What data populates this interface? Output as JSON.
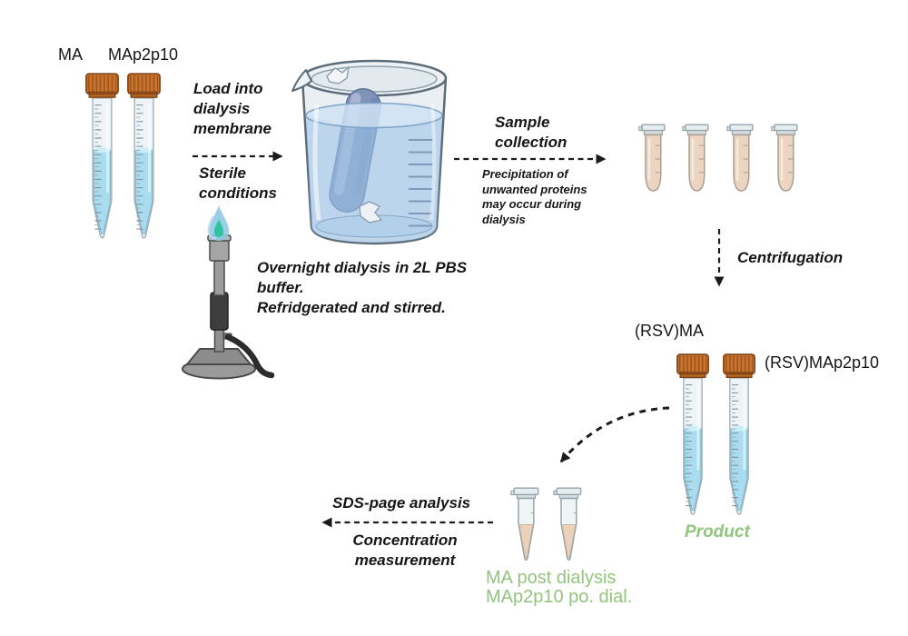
{
  "palette": {
    "annotation_green": "#93c47d",
    "cap_orange": "#c9742f",
    "tube_liquid_blue": "#a9dcee",
    "beaker_water_blue": "#b9d6ee",
    "membrane_slate_blue": "#8094ba",
    "precipitate_tan": "#ecd5c0",
    "flame_outer_blue": "#8ec7e4",
    "flame_core_teal": "#2ec4a0",
    "arrow_black": "#1b1b1b"
  },
  "input_samples": {
    "tube_a_label": "MA",
    "tube_b_label": "MAp2p10"
  },
  "step_load": {
    "action": "Load into\ndialysis\nmembrane",
    "condition": "Sterile\nconditions"
  },
  "dialysis": {
    "note": "Overnight dialysis in 2L PBS\nbuffer.\nRefridgerated and stirred."
  },
  "step_sample_collection": {
    "action": "Sample\ncollection",
    "note": "Precipitation of\nunwanted proteins\nmay occur during\ndialysis"
  },
  "step_centrifugation": {
    "action": "Centrifugation"
  },
  "products": {
    "tube_a_label": "(RSV)MA",
    "tube_b_label": "(RSV)MAp2p10",
    "caption": "Product"
  },
  "step_analysis": {
    "action_top": "SDS-page analysis",
    "action_bottom": "Concentration\nmeasurement"
  },
  "post_dialysis": {
    "caption": "MA post dialysis\nMAp2p10 po. dial."
  }
}
